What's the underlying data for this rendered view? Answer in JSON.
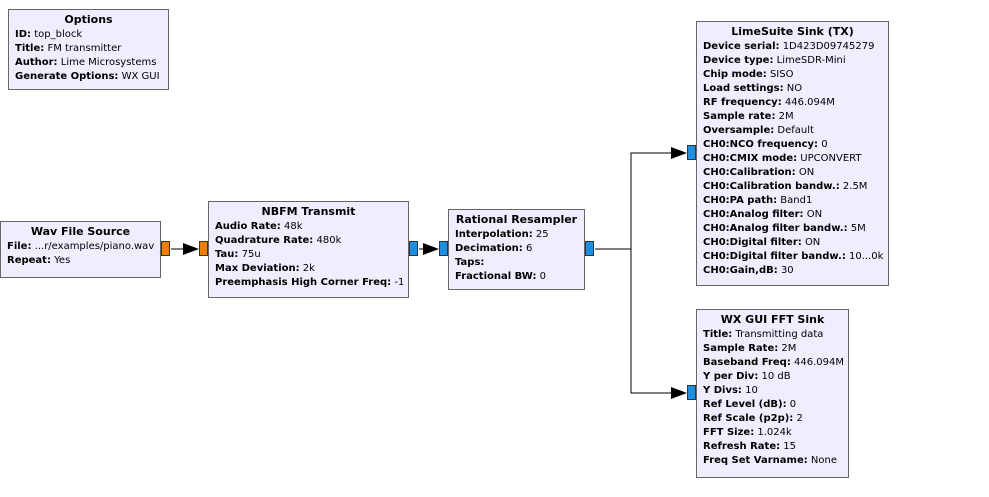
{
  "blocks": {
    "options": {
      "title": "Options",
      "params": [
        {
          "key": "ID:",
          "value": "top_block"
        },
        {
          "key": "Title:",
          "value": "FM transmitter"
        },
        {
          "key": "Author:",
          "value": "Lime Microsystems"
        },
        {
          "key": "Generate Options:",
          "value": "WX GUI"
        }
      ]
    },
    "wav": {
      "title": "Wav File Source",
      "params": [
        {
          "key": "File:",
          "value": "...r/examples/piano.wav"
        },
        {
          "key": "Repeat:",
          "value": "Yes"
        }
      ]
    },
    "nbfm": {
      "title": "NBFM Transmit",
      "params": [
        {
          "key": "Audio Rate:",
          "value": "48k"
        },
        {
          "key": "Quadrature Rate:",
          "value": "480k"
        },
        {
          "key": "Tau:",
          "value": "75u"
        },
        {
          "key": "Max Deviation:",
          "value": "2k"
        },
        {
          "key": "Preemphasis High Corner Freq:",
          "value": "-1"
        }
      ]
    },
    "resampler": {
      "title": "Rational Resampler",
      "params": [
        {
          "key": "Interpolation:",
          "value": "25"
        },
        {
          "key": "Decimation:",
          "value": "6"
        },
        {
          "key": "Taps:",
          "value": ""
        },
        {
          "key": "Fractional BW:",
          "value": "0"
        }
      ]
    },
    "lime": {
      "title": "LimeSuite Sink (TX)",
      "params": [
        {
          "key": "Device serial:",
          "value": "1D423D09745279"
        },
        {
          "key": "Device type:",
          "value": "LimeSDR-Mini"
        },
        {
          "key": "Chip mode:",
          "value": "SISO"
        },
        {
          "key": "Load settings:",
          "value": "NO"
        },
        {
          "key": "RF frequency:",
          "value": "446.094M"
        },
        {
          "key": "Sample rate:",
          "value": "2M"
        },
        {
          "key": "Oversample:",
          "value": "Default"
        },
        {
          "key": "CH0:NCO frequency:",
          "value": "0"
        },
        {
          "key": "CH0:CMIX mode:",
          "value": "UPCONVERT"
        },
        {
          "key": "CH0:Calibration:",
          "value": "ON"
        },
        {
          "key": "CH0:Calibration bandw.:",
          "value": "2.5M"
        },
        {
          "key": "CH0:PA path:",
          "value": "Band1"
        },
        {
          "key": "CH0:Analog filter:",
          "value": "ON"
        },
        {
          "key": "CH0:Analog filter bandw.:",
          "value": "5M"
        },
        {
          "key": "CH0:Digital filter:",
          "value": "ON"
        },
        {
          "key": "CH0:Digital filter bandw.:",
          "value": "10...0k"
        },
        {
          "key": "CH0:Gain,dB:",
          "value": "30"
        }
      ]
    },
    "fft": {
      "title": "WX GUI FFT Sink",
      "params": [
        {
          "key": "Title:",
          "value": "Transmitting data"
        },
        {
          "key": "Sample Rate:",
          "value": "2M"
        },
        {
          "key": "Baseband Freq:",
          "value": "446.094M"
        },
        {
          "key": "Y per Div:",
          "value": "10 dB"
        },
        {
          "key": "Y Divs:",
          "value": "10"
        },
        {
          "key": "Ref Level (dB):",
          "value": "0"
        },
        {
          "key": "Ref Scale (p2p):",
          "value": "2"
        },
        {
          "key": "FFT Size:",
          "value": "1.024k"
        },
        {
          "key": "Refresh Rate:",
          "value": "15"
        },
        {
          "key": "Freq Set Varname:",
          "value": "None"
        }
      ]
    }
  },
  "colors": {
    "block_bg": "#eeeefe",
    "port_float": "#ee7d00",
    "port_complex": "#1c8ee6",
    "wire": "#000000"
  }
}
